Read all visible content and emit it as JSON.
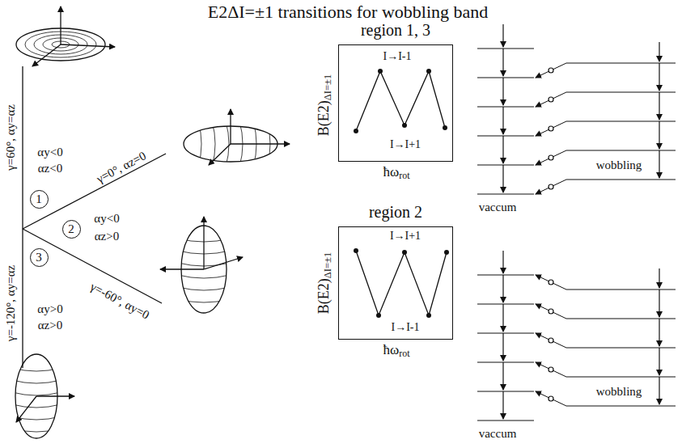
{
  "diagram": {
    "title": "E2ΔI=±1 transitions for wobbling band",
    "nodes": [
      {
        "text": [
          "1"
        ]
      },
      {
        "text": [
          "2"
        ]
      },
      {
        "text": [
          "3"
        ]
      },
      {
        "text": [
          "region 1, 3",
          "I→I-1",
          "I→I+1"
        ]
      },
      {
        "text": [
          "region 2",
          "I→I+1",
          "I→I-1"
        ]
      }
    ],
    "labels": [
      "γ=60°, αy=αz",
      "αy<0",
      "αz<0",
      "γ=0°, αz=0",
      "αy<0",
      "αz>0",
      "γ=-60°, αy=0",
      "γ=-120°, αy=αz",
      "αy>0",
      "αz>0",
      "B(E2)",
      "ΔI=±1",
      "ħω",
      "rot",
      "wobbling",
      "vaccum",
      "B(E2)",
      "ΔI=±1",
      "ħω",
      "rot",
      "wobbling",
      "vaccum"
    ]
  }
}
